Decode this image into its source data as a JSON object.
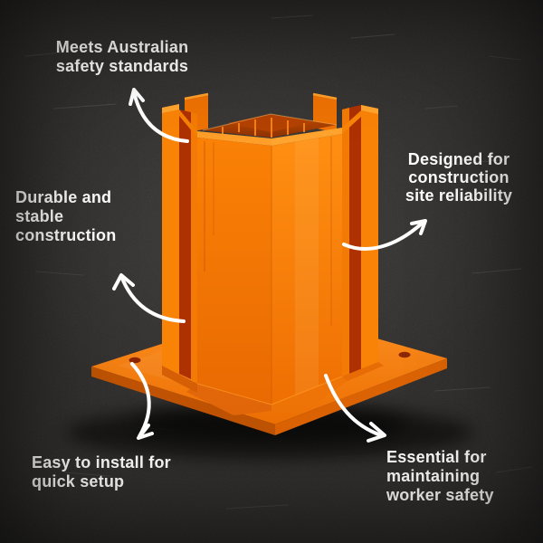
{
  "title": "orange safety post base infographic",
  "callouts": [
    {
      "id": "top-left",
      "text": "Meets Australian\nsafety standards"
    },
    {
      "id": "right",
      "text": "Designed for\nconstruction\nsite reliability"
    },
    {
      "id": "mid-left",
      "text": "Durable and\nstable\nconstruction"
    },
    {
      "id": "bottom-left",
      "text": "Easy to install for\nquick setup"
    },
    {
      "id": "bottom-right",
      "text": "Essential for\nmaintaining\nworker safety"
    }
  ],
  "icons": {
    "arrow": "curved-arrow-icon"
  },
  "colors": {
    "background": "#232120",
    "text": "#ffffff",
    "arrow": "#ffffff",
    "product_main_orange": "#f57d06",
    "product_top_highlight": "#ff9e29",
    "product_recess_dark": "#ae3101",
    "mounting_hole": "#8c2700"
  }
}
